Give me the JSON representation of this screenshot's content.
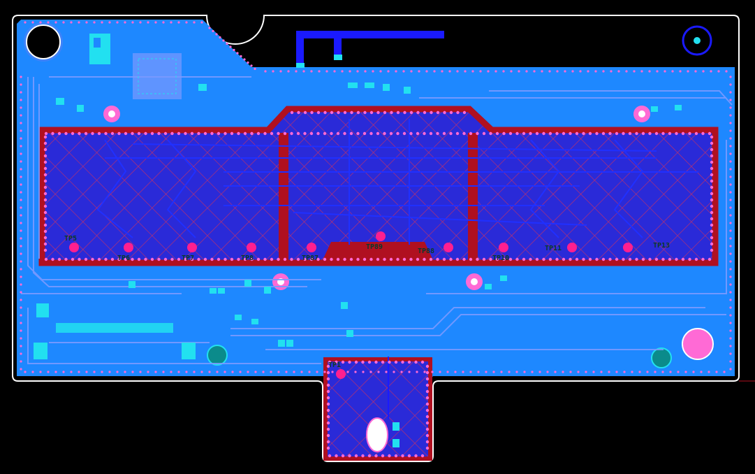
{
  "app": {
    "view": "PCB layout editor view",
    "board_outline_color": "#ffffff"
  },
  "colors": {
    "background": "#000000",
    "copper_pour": "#1e88ff",
    "pour_dark": "#2a2ad8",
    "keepout_red": "#b01020",
    "hatch": "#c0306a",
    "trace_light": "#7a9aff",
    "trace_dark": "#2030ff",
    "via_pink": "#ff6ad5",
    "pad_cyan": "#22e0f0",
    "testpoint": "#ff1f8f",
    "silk_green": "#0b5b44"
  },
  "test_points": [
    {
      "label": "TP5"
    },
    {
      "label": "TP6"
    },
    {
      "label": "TP7"
    },
    {
      "label": "TP8"
    },
    {
      "label": "TP87"
    },
    {
      "label": "TP89"
    },
    {
      "label": "TP88"
    },
    {
      "label": "TP10"
    },
    {
      "label": "TP11"
    },
    {
      "label": "TP13"
    },
    {
      "label": "TP1"
    }
  ]
}
